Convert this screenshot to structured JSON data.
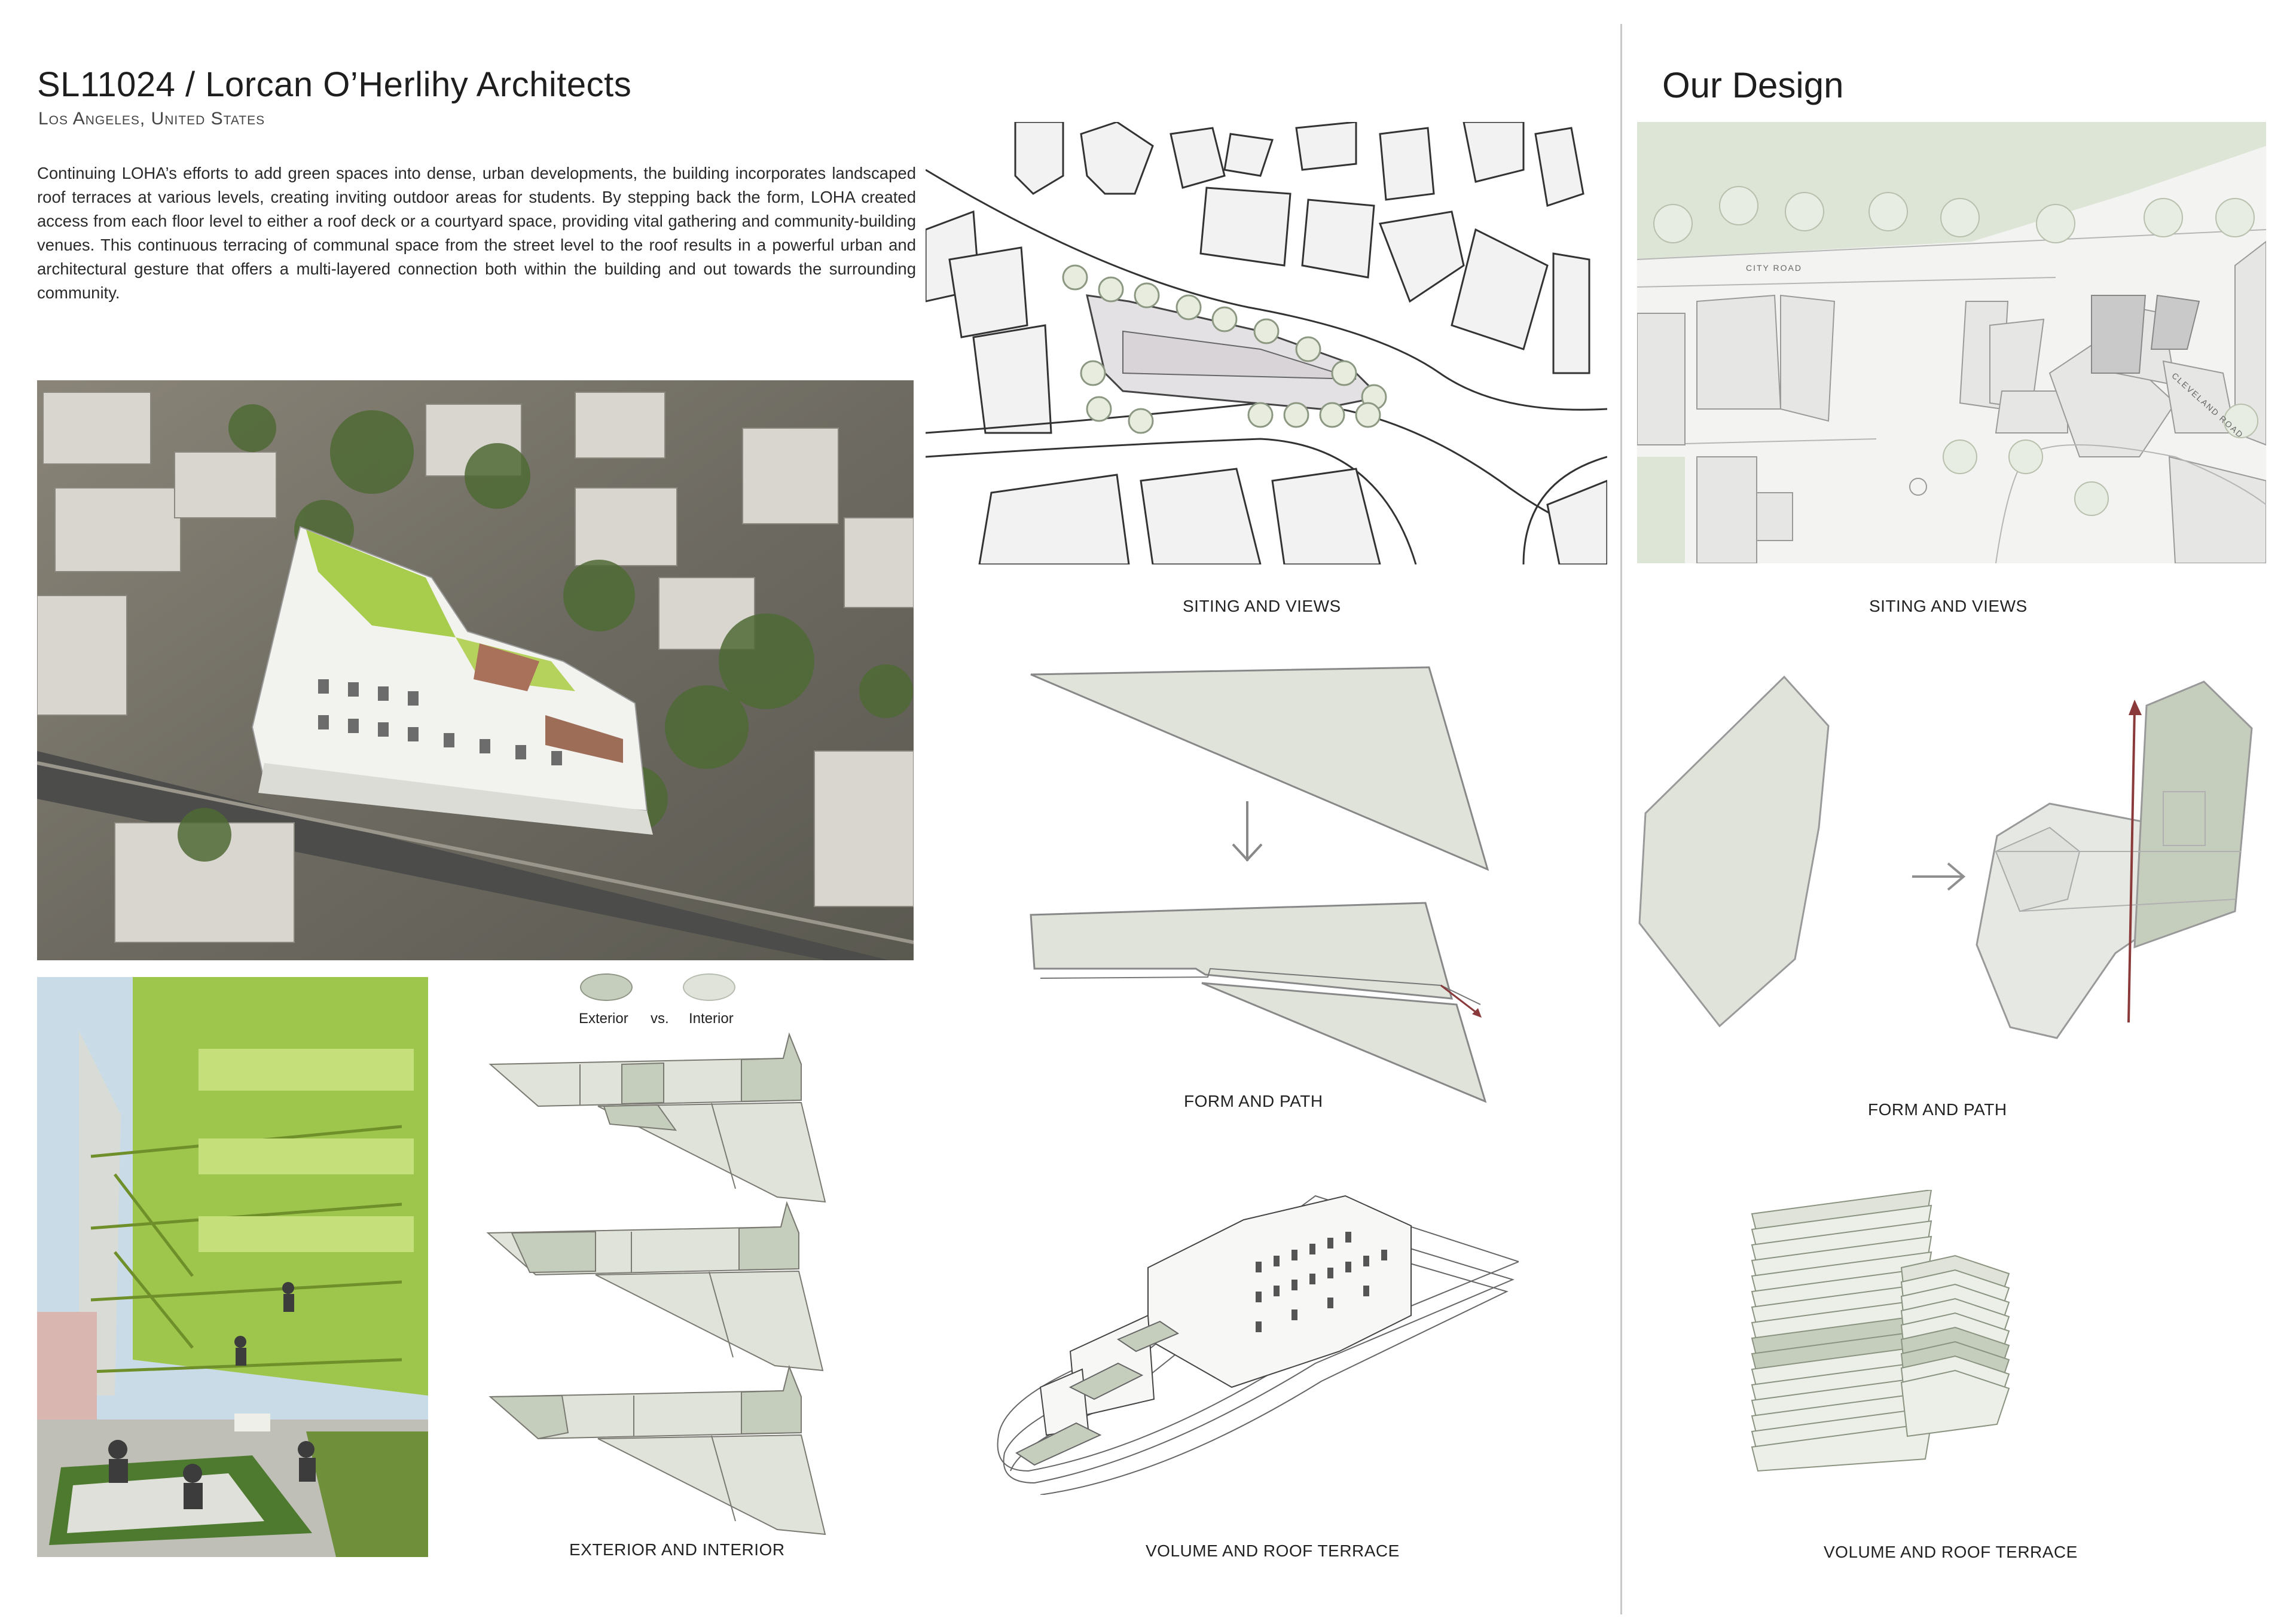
{
  "header": {
    "title": "SL11024 / Lorcan O’Herlihy Architects",
    "location": "Los Angeles, United States"
  },
  "description": "Continuing LOHA’s efforts to add green spaces into dense, urban developments, the building incorporates landscaped roof terraces at various levels, creating inviting outdoor areas for students. By stepping back the form, LOHA created access from each floor level to either a roof deck or a courtyard space, providing vital gathering and community-building venues. This continuous terracing of communal space from the street level to the roof results in a powerful urban and architectural gesture that offers a multi-layered connection both within the building and out towards the surrounding community.",
  "legend": {
    "exterior": "Exterior",
    "vs": "vs.",
    "interior": "Interior"
  },
  "captions": {
    "siting_left": "SITING AND VIEWS",
    "form_left": "FORM AND PATH",
    "volume_left": "VOLUME AND ROOF TERRACE",
    "ext_int": "EXTERIOR AND INTERIOR",
    "siting_right": "SITING AND VIEWS",
    "form_right": "FORM AND PATH",
    "volume_right": "VOLUME AND ROOF TERRACE"
  },
  "our_design": {
    "title": "Our  Design"
  },
  "map_labels": {
    "city_road": "CITY ROAD",
    "cleveland_road": "CLEVELAND   ROAD"
  },
  "colors": {
    "sage": "#c5cdbd",
    "pale": "#dfe3da",
    "line": "#555555",
    "arrow": "#8a3a3a",
    "green": "#9cc044"
  }
}
